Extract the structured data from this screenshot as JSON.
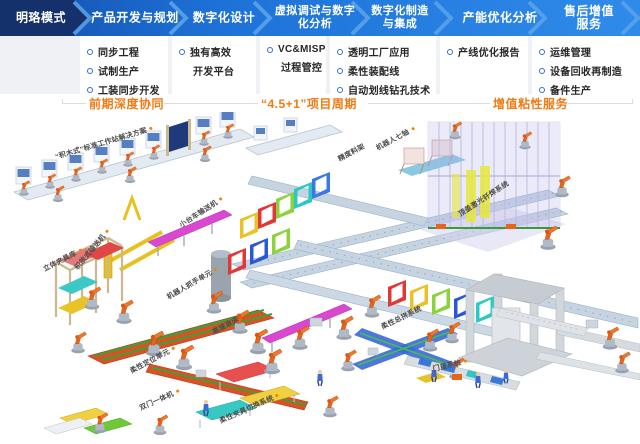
{
  "colors": {
    "bar_blue": "#1d72d8",
    "bar_navy": "#15316b",
    "chevron_blue": "#5aa2ea",
    "accent_orange": "#f07b14",
    "bullet_blue": "#2e6fd4",
    "robot_orange": "#e8641c",
    "magenta_conveyor": "#da48d0",
    "steel_rail": "#c6d4e2"
  },
  "process_bar": {
    "steps": [
      {
        "label": "明珞模式"
      },
      {
        "label": "产品开发与规划"
      },
      {
        "label": "数字化设计"
      },
      {
        "label": "虚拟调试与数字\n化分析"
      },
      {
        "label": "数字化制造\n与集成"
      },
      {
        "label": "产能优化分析"
      },
      {
        "label": "售后增值服务"
      }
    ]
  },
  "sections": [
    {
      "name": "产品开发与规划",
      "items": [
        "同步工程",
        "试制生产",
        "工装同步开发"
      ]
    },
    {
      "name": "数字化设计",
      "items": [
        "独有高效",
        "开发平台"
      ]
    },
    {
      "name": "虚拟调试与数字化分析",
      "items": [
        "VC&MISP",
        "过程管控"
      ]
    },
    {
      "name": "数字化制造与集成",
      "items": [
        "透明工厂应用",
        "柔性装配线",
        "自动划线钻孔技术"
      ]
    },
    {
      "name": "产能优化分析",
      "items": [
        "产线优化报告"
      ]
    },
    {
      "name": "售后增值服务",
      "items": [
        "运维管理",
        "设备回收再制造",
        "备件生产"
      ]
    }
  ],
  "phases": {
    "early": "前期深度协同",
    "cycle": "“4.5+1”项目周期",
    "value": "增值粘性服务"
  },
  "illustration": {
    "labels": [
      {
        "text": "“积木式”标准工作站解决方案"
      },
      {
        "text": "小台车输送机"
      },
      {
        "text": "立体夹具库"
      },
      {
        "text": "积放式输送机"
      },
      {
        "text": "机器人抓手单元"
      },
      {
        "text": "精度料架"
      },
      {
        "text": "机器人七轴"
      },
      {
        "text": "顶盖激光钎焊系统"
      },
      {
        "text": "高速滚床"
      },
      {
        "text": "柔性总拼系统"
      },
      {
        "text": "柔性定位单元"
      },
      {
        "text": "双门一体机"
      },
      {
        "text": "柔性夹具切换系统"
      },
      {
        "text": "门盖系统"
      }
    ]
  }
}
